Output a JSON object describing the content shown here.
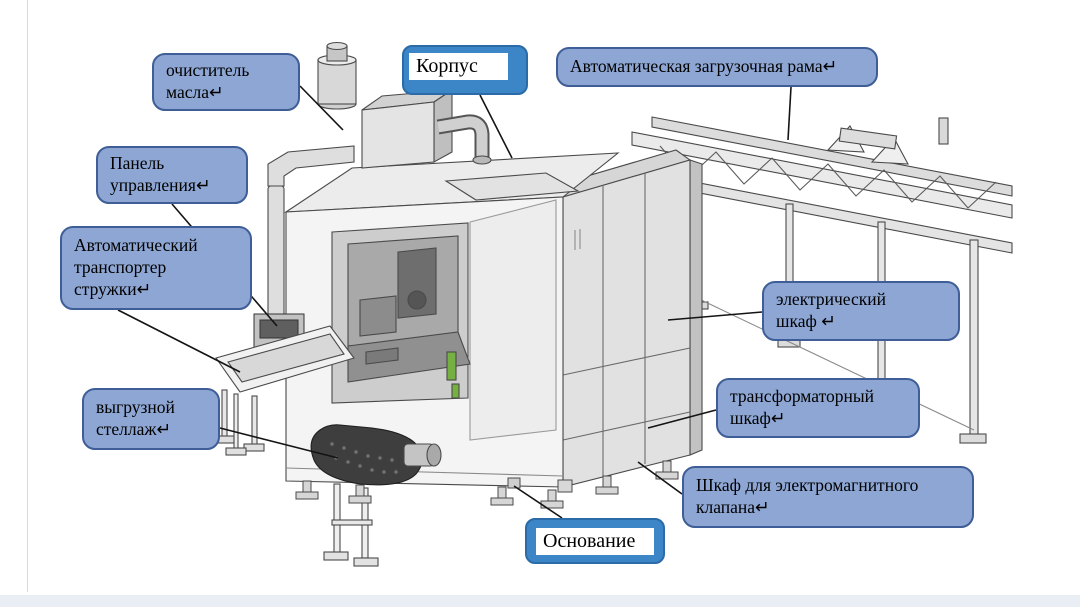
{
  "colors": {
    "page_background": "#ffffff",
    "callout_fill": "#8DA6D3",
    "callout_border": "#3F5E97",
    "highlight_fill": "#3C85C6",
    "highlight_border": "#2A6BA8",
    "leader_line": "#141414"
  },
  "labels": {
    "oil_cleaner": "очиститель\nмасла↵",
    "korpus": "Корпус",
    "loading_frame": "Автоматическая загрузочная рама↵",
    "control_panel": "Панель\nуправления↵",
    "chip_conveyor": "Автоматический\nтранспортер\nстружки↵",
    "unload_rack": "выгрузной\nстеллаж↵",
    "electrical_cabinet": "электрический\nшкаф ↵",
    "transformer_cabinet": "трансформаторный\nшкаф↵",
    "solenoid_valve_cabinet": "Шкаф для электромагнитного\nклапана↵",
    "osnovanie": "Основание"
  }
}
